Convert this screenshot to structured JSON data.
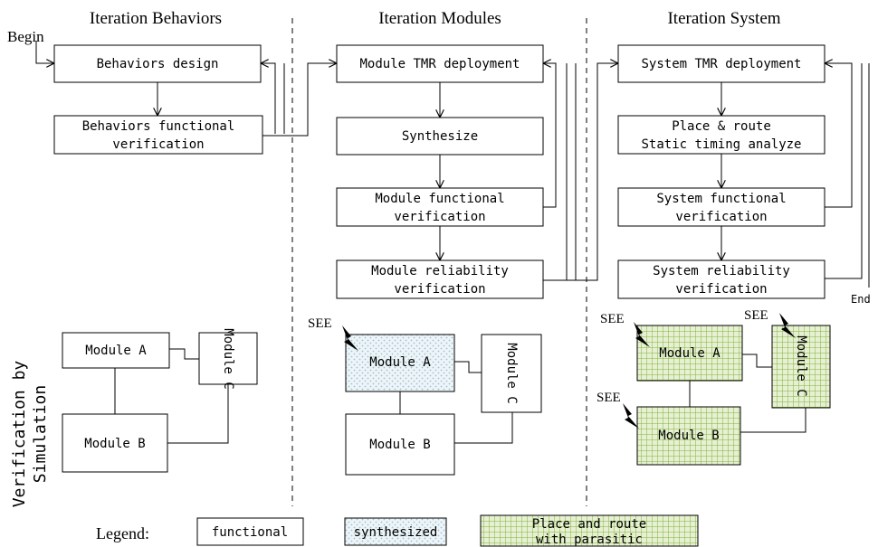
{
  "colors": {
    "line": "#000000",
    "synth_fill": "#eef5f8",
    "synth_dot": "#9ec0d0",
    "route_fill": "#e7f0d2",
    "route_grid": "#7fb33c"
  },
  "headers": {
    "behaviors": "Iteration Behaviors",
    "modules": "Iteration Modules",
    "system": "Iteration System"
  },
  "labels": {
    "begin": "Begin",
    "end": "End",
    "side_line1": "Verification by",
    "side_line2": "Simulation",
    "see": "SEE"
  },
  "flow": {
    "behaviors_design": "Behaviors design",
    "behaviors_verif_1": "Behaviors functional",
    "behaviors_verif_2": "verification",
    "module_tmr": "Module TMR deployment",
    "synthesize": "Synthesize",
    "module_func_1": "Module functional",
    "module_func_2": "verification",
    "module_rel_1": "Module reliability",
    "module_rel_2": "verification",
    "system_tmr": "System TMR deployment",
    "place_route_1": "Place & route",
    "place_route_2": "Static timing analyze",
    "system_func_1": "System functional",
    "system_func_2": "verification",
    "system_rel_1": "System reliability",
    "system_rel_2": "verification"
  },
  "modules": {
    "a": "Module A",
    "b": "Module B",
    "c": "Module C"
  },
  "legend": {
    "title": "Legend:",
    "functional": "functional",
    "synthesized": "synthesized",
    "route_1": "Place and route",
    "route_2": "with parasitic"
  }
}
